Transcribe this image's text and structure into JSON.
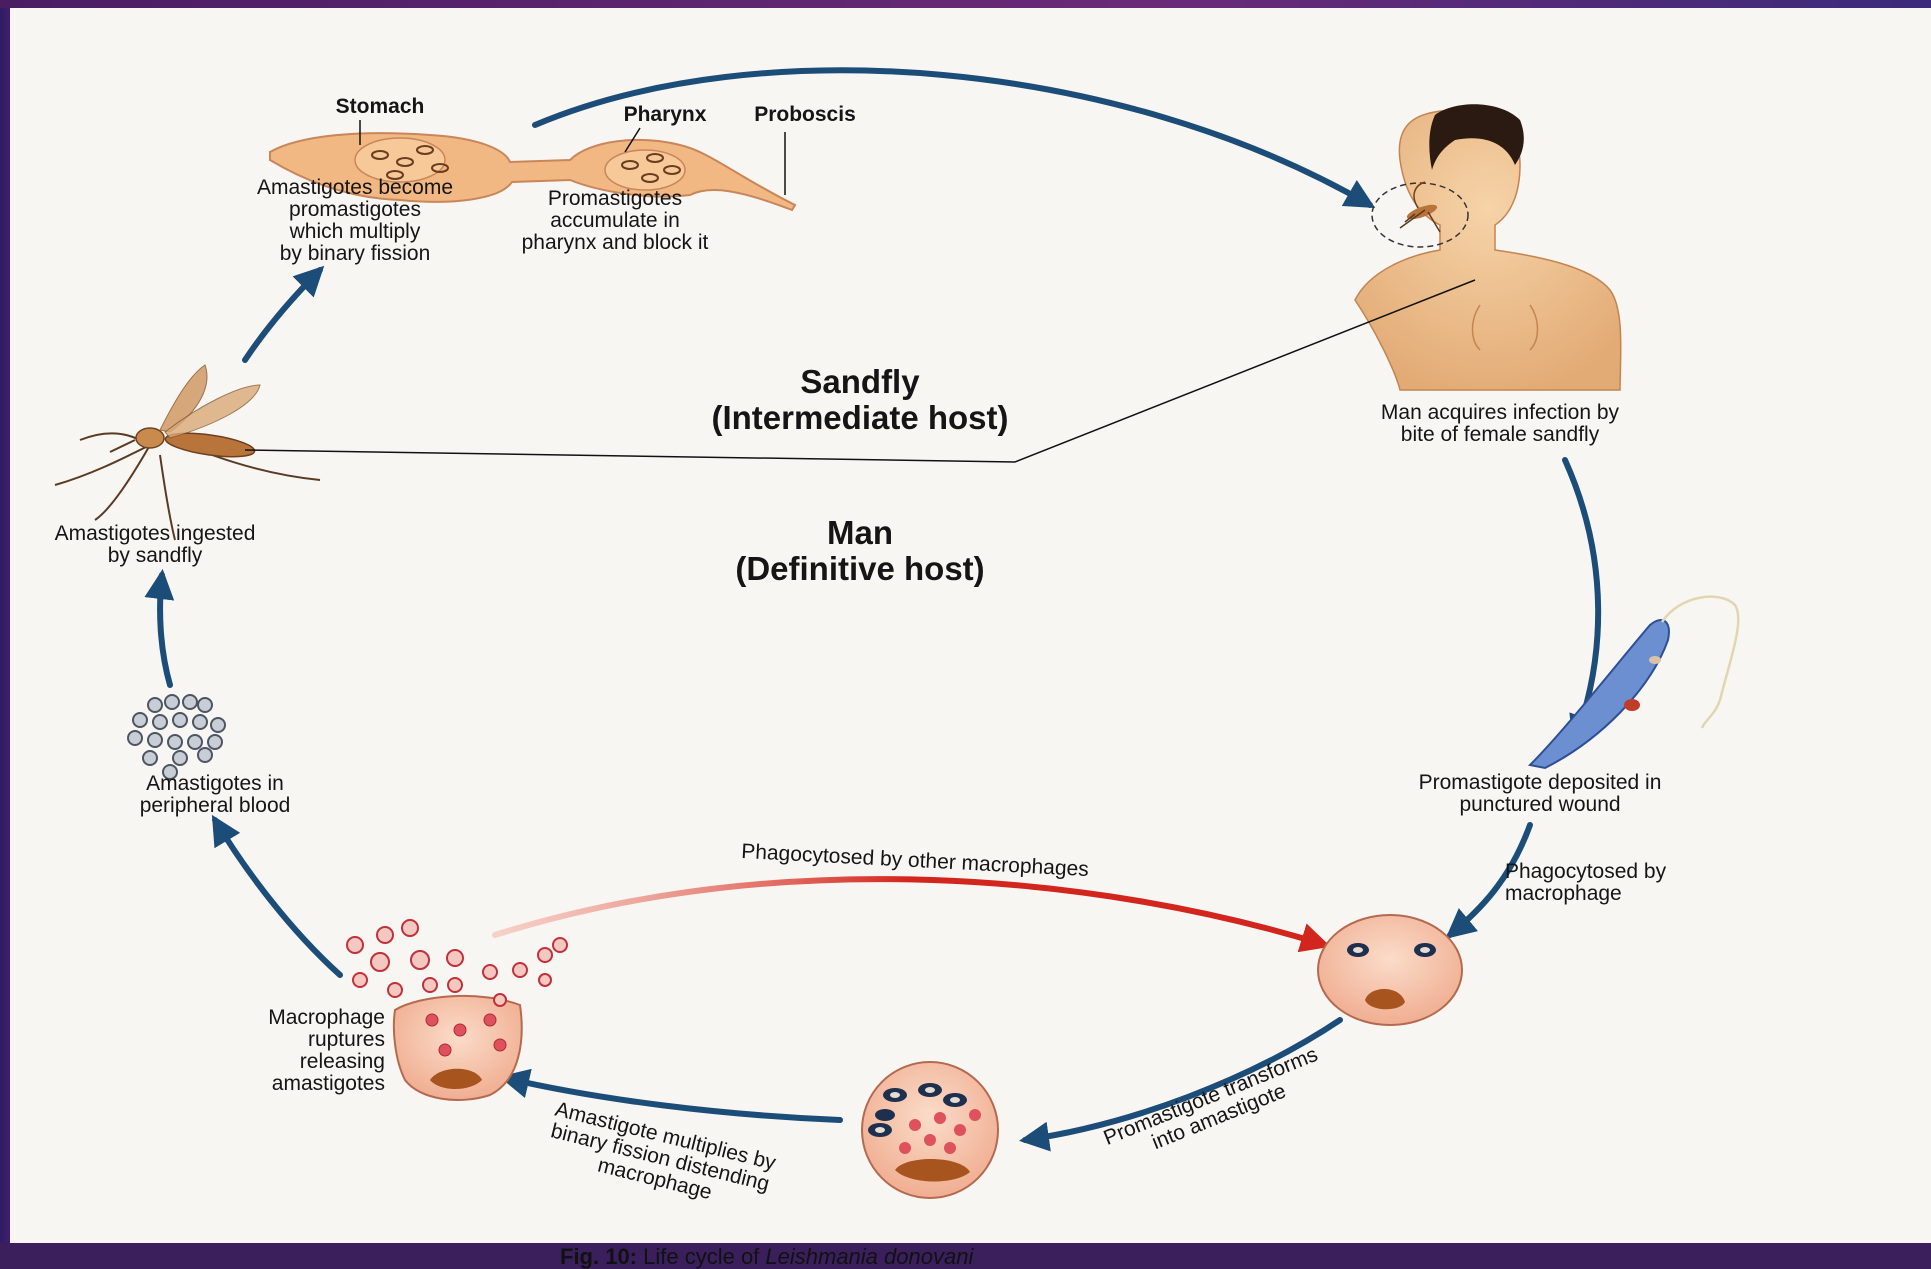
{
  "diagram": {
    "labels": {
      "stomach": "Stomach",
      "pharynx": "Pharynx",
      "proboscis": "Proboscis",
      "amastigotes_become": "Amastigotes become\npromastigotes\nwhich multiply\nby binary fission",
      "promastigotes_accumulate": "Promastigotes\naccumulate in\npharynx and block it",
      "sandfly_host": "Sandfly\n(Intermediate host)",
      "man_host": "Man\n(Definitive host)",
      "man_acquires": "Man acquires infection by\nbite of female sandfly",
      "amastigotes_ingested": "Amastigotes ingested\nby sandfly",
      "amastigotes_blood": "Amastigotes in\nperipheral blood",
      "promastigote_deposited": "Promastigote deposited in\npunctured wound",
      "phagocytosed_by_macrophage": "Phagocytosed by\nmacrophage",
      "phagocytosed_by_other": "Phagocytosed by other macrophages",
      "macrophage_ruptures": "Macrophage\nruptures\nreleasing\namastigotes",
      "promastigote_transforms": "Promastigote transforms\ninto amastigote",
      "amastigote_multiplies": "Amastigote multiplies by\nbinary fission distending\nmacrophage"
    },
    "caption": {
      "fig": "Fig. 10:",
      "text": " Life cycle of ",
      "species": "Leishmania donovani"
    },
    "colors": {
      "cycle_arrow": "#1c4d78",
      "red_arrow": "#d2251e",
      "skin": "#f0c493",
      "macrophage_fill": "#f6c6ae",
      "nucleus": "#a8541e"
    }
  }
}
